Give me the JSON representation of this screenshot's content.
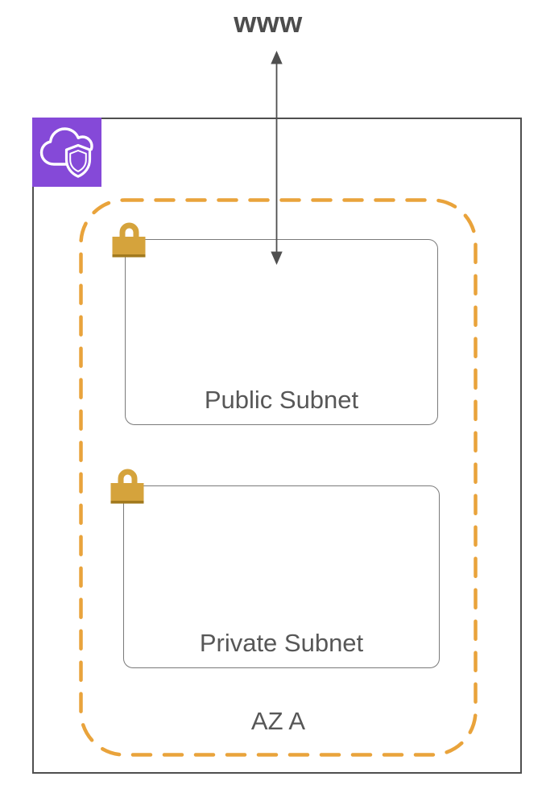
{
  "internet": {
    "label": "www"
  },
  "arrow": {
    "type": "bidirectional-vertical-arrow"
  },
  "vpc": {
    "icon": "vpc-cloud-shield-icon",
    "availability_zone": {
      "label": "AZ A",
      "subnets": [
        {
          "label": "Public Subnet",
          "icon": "lock-icon"
        },
        {
          "label": "Private Subnet",
          "icon": "lock-icon"
        }
      ]
    }
  },
  "colors": {
    "vpc_border": "#4F4F4F",
    "vpc_icon_background": "#8549D8",
    "az_dashed_border": "#E9A33B",
    "subnet_border": "#7A7A7A",
    "lock_body": "#D5A33C",
    "lock_base": "#A27A1E",
    "label_text": "#575757",
    "arrow_stroke": "#4F4F4F"
  }
}
